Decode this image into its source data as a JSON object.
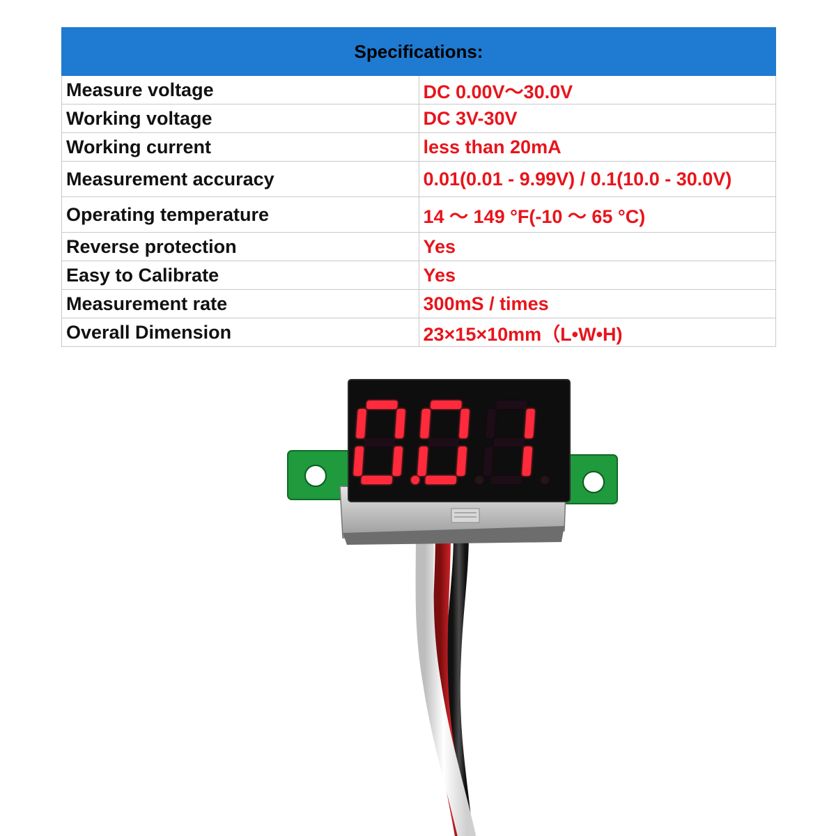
{
  "table": {
    "title": "Specifications:",
    "rows": [
      {
        "label": "Measure voltage",
        "value": "DC 0.00V～30.0V"
      },
      {
        "label": "Working voltage",
        "value": "DC 3V-30V"
      },
      {
        "label": "Working current",
        "value": "less than 20mA"
      },
      {
        "label": "Measurement accuracy",
        "value": "0.01(0.01 - 9.99V) / 0.1(10.0 - 30.0V)"
      },
      {
        "label": "Operating temperature",
        "value": "14 ～ 149 °F(-10 ～ 65 °C)"
      },
      {
        "label": "Reverse protection",
        "value": "Yes"
      },
      {
        "label": "Easy to Calibrate",
        "value": "Yes"
      },
      {
        "label": "Measurement rate",
        "value": "300mS / times"
      },
      {
        "label": "Overall Dimension",
        "value": "23×15×10mm（L•W•H)"
      }
    ]
  },
  "display": {
    "reading": "0.01",
    "digits": [
      "0",
      "0",
      "1"
    ]
  },
  "colors": {
    "header": "#1f7ad1",
    "value_text": "#e8141b",
    "led": "#ff2a3a",
    "pcb": "#1f9a3c"
  }
}
